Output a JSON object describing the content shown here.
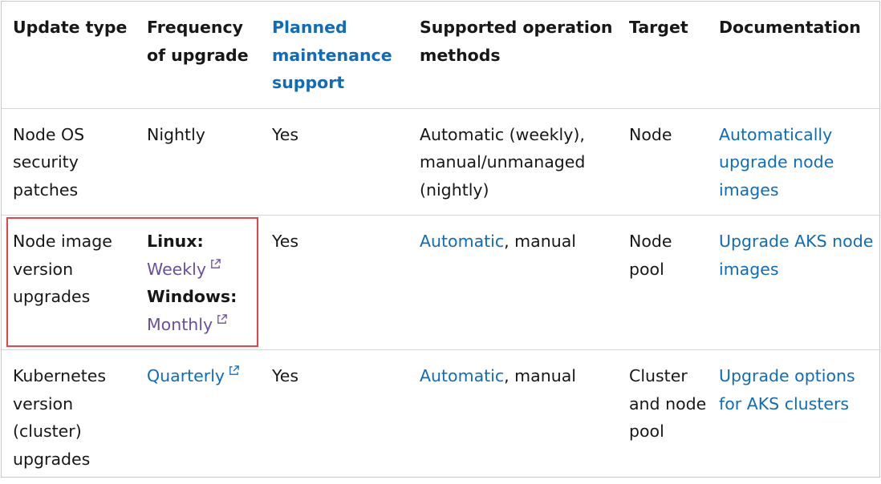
{
  "headers": {
    "update_type": "Update type",
    "frequency": "Frequency of upgrade",
    "planned_maintenance": "Planned maintenance support",
    "operation_methods": "Supported operation methods",
    "target": "Target",
    "documentation": "Documentation"
  },
  "rows": [
    {
      "update_type": "Node OS security patches",
      "frequency": "Nightly",
      "planned": "Yes",
      "methods": "Automatic (weekly), manual/unmanaged (nightly)",
      "target": "Node",
      "doc_link": "Automatically upgrade node images"
    },
    {
      "update_type": "Node image version upgrades",
      "linux_label": "Linux:",
      "linux_link": "Weekly",
      "windows_label": "Windows:",
      "windows_link": "Monthly",
      "planned": "Yes",
      "methods_link": "Automatic",
      "methods_rest": ", manual",
      "target": "Node pool",
      "doc_link": "Upgrade AKS node images"
    },
    {
      "update_type": "Kubernetes version (cluster) upgrades",
      "frequency_link": "Quarterly",
      "planned": "Yes",
      "methods_link": "Automatic",
      "methods_rest": ", manual",
      "target": "Cluster and node pool",
      "doc_link": "Upgrade options for AKS clusters"
    }
  ],
  "colors": {
    "link": "#0f6cbd",
    "visited_link": "#6b4f9e",
    "highlight_border": "#e8434d"
  },
  "icons": {
    "external_link": "external-link-icon"
  }
}
